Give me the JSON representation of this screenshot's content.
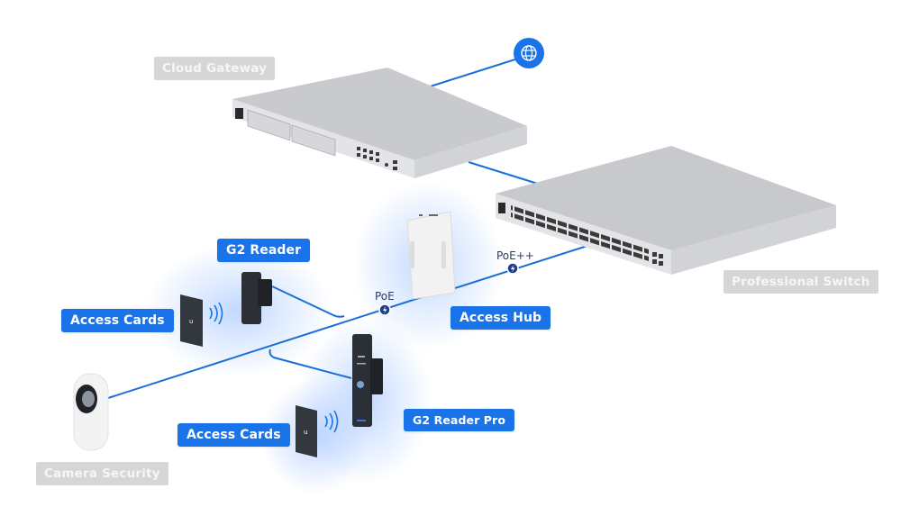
{
  "diagram": {
    "title": "UniFi Access Network Topology",
    "devices": {
      "cloud_gateway": {
        "label": "Cloud Gateway"
      },
      "professional_switch": {
        "label": "Professional Switch"
      },
      "access_hub": {
        "label": "Access Hub"
      },
      "g2_reader": {
        "label": "G2 Reader"
      },
      "g2_reader_pro": {
        "label": "G2 Reader Pro"
      },
      "access_cards_1": {
        "label": "Access Cards"
      },
      "access_cards_2": {
        "label": "Access Cards"
      },
      "camera_security": {
        "label": "Camera Security"
      }
    },
    "connections": {
      "switch_to_hub": {
        "label": "PoE++",
        "icon": "power-bolt-icon"
      },
      "hub_to_readers": {
        "label": "PoE",
        "icon": "power-bolt-icon"
      }
    },
    "internet_icon": "globe-icon",
    "colors": {
      "accent": "#1a73e8",
      "wire": "#1a6fd6",
      "poe_badge": "#1f3f8c",
      "gray_label_bg": "#d6d6d6",
      "device_silver": "#d9dade",
      "device_dark": "#2b2f36"
    }
  }
}
